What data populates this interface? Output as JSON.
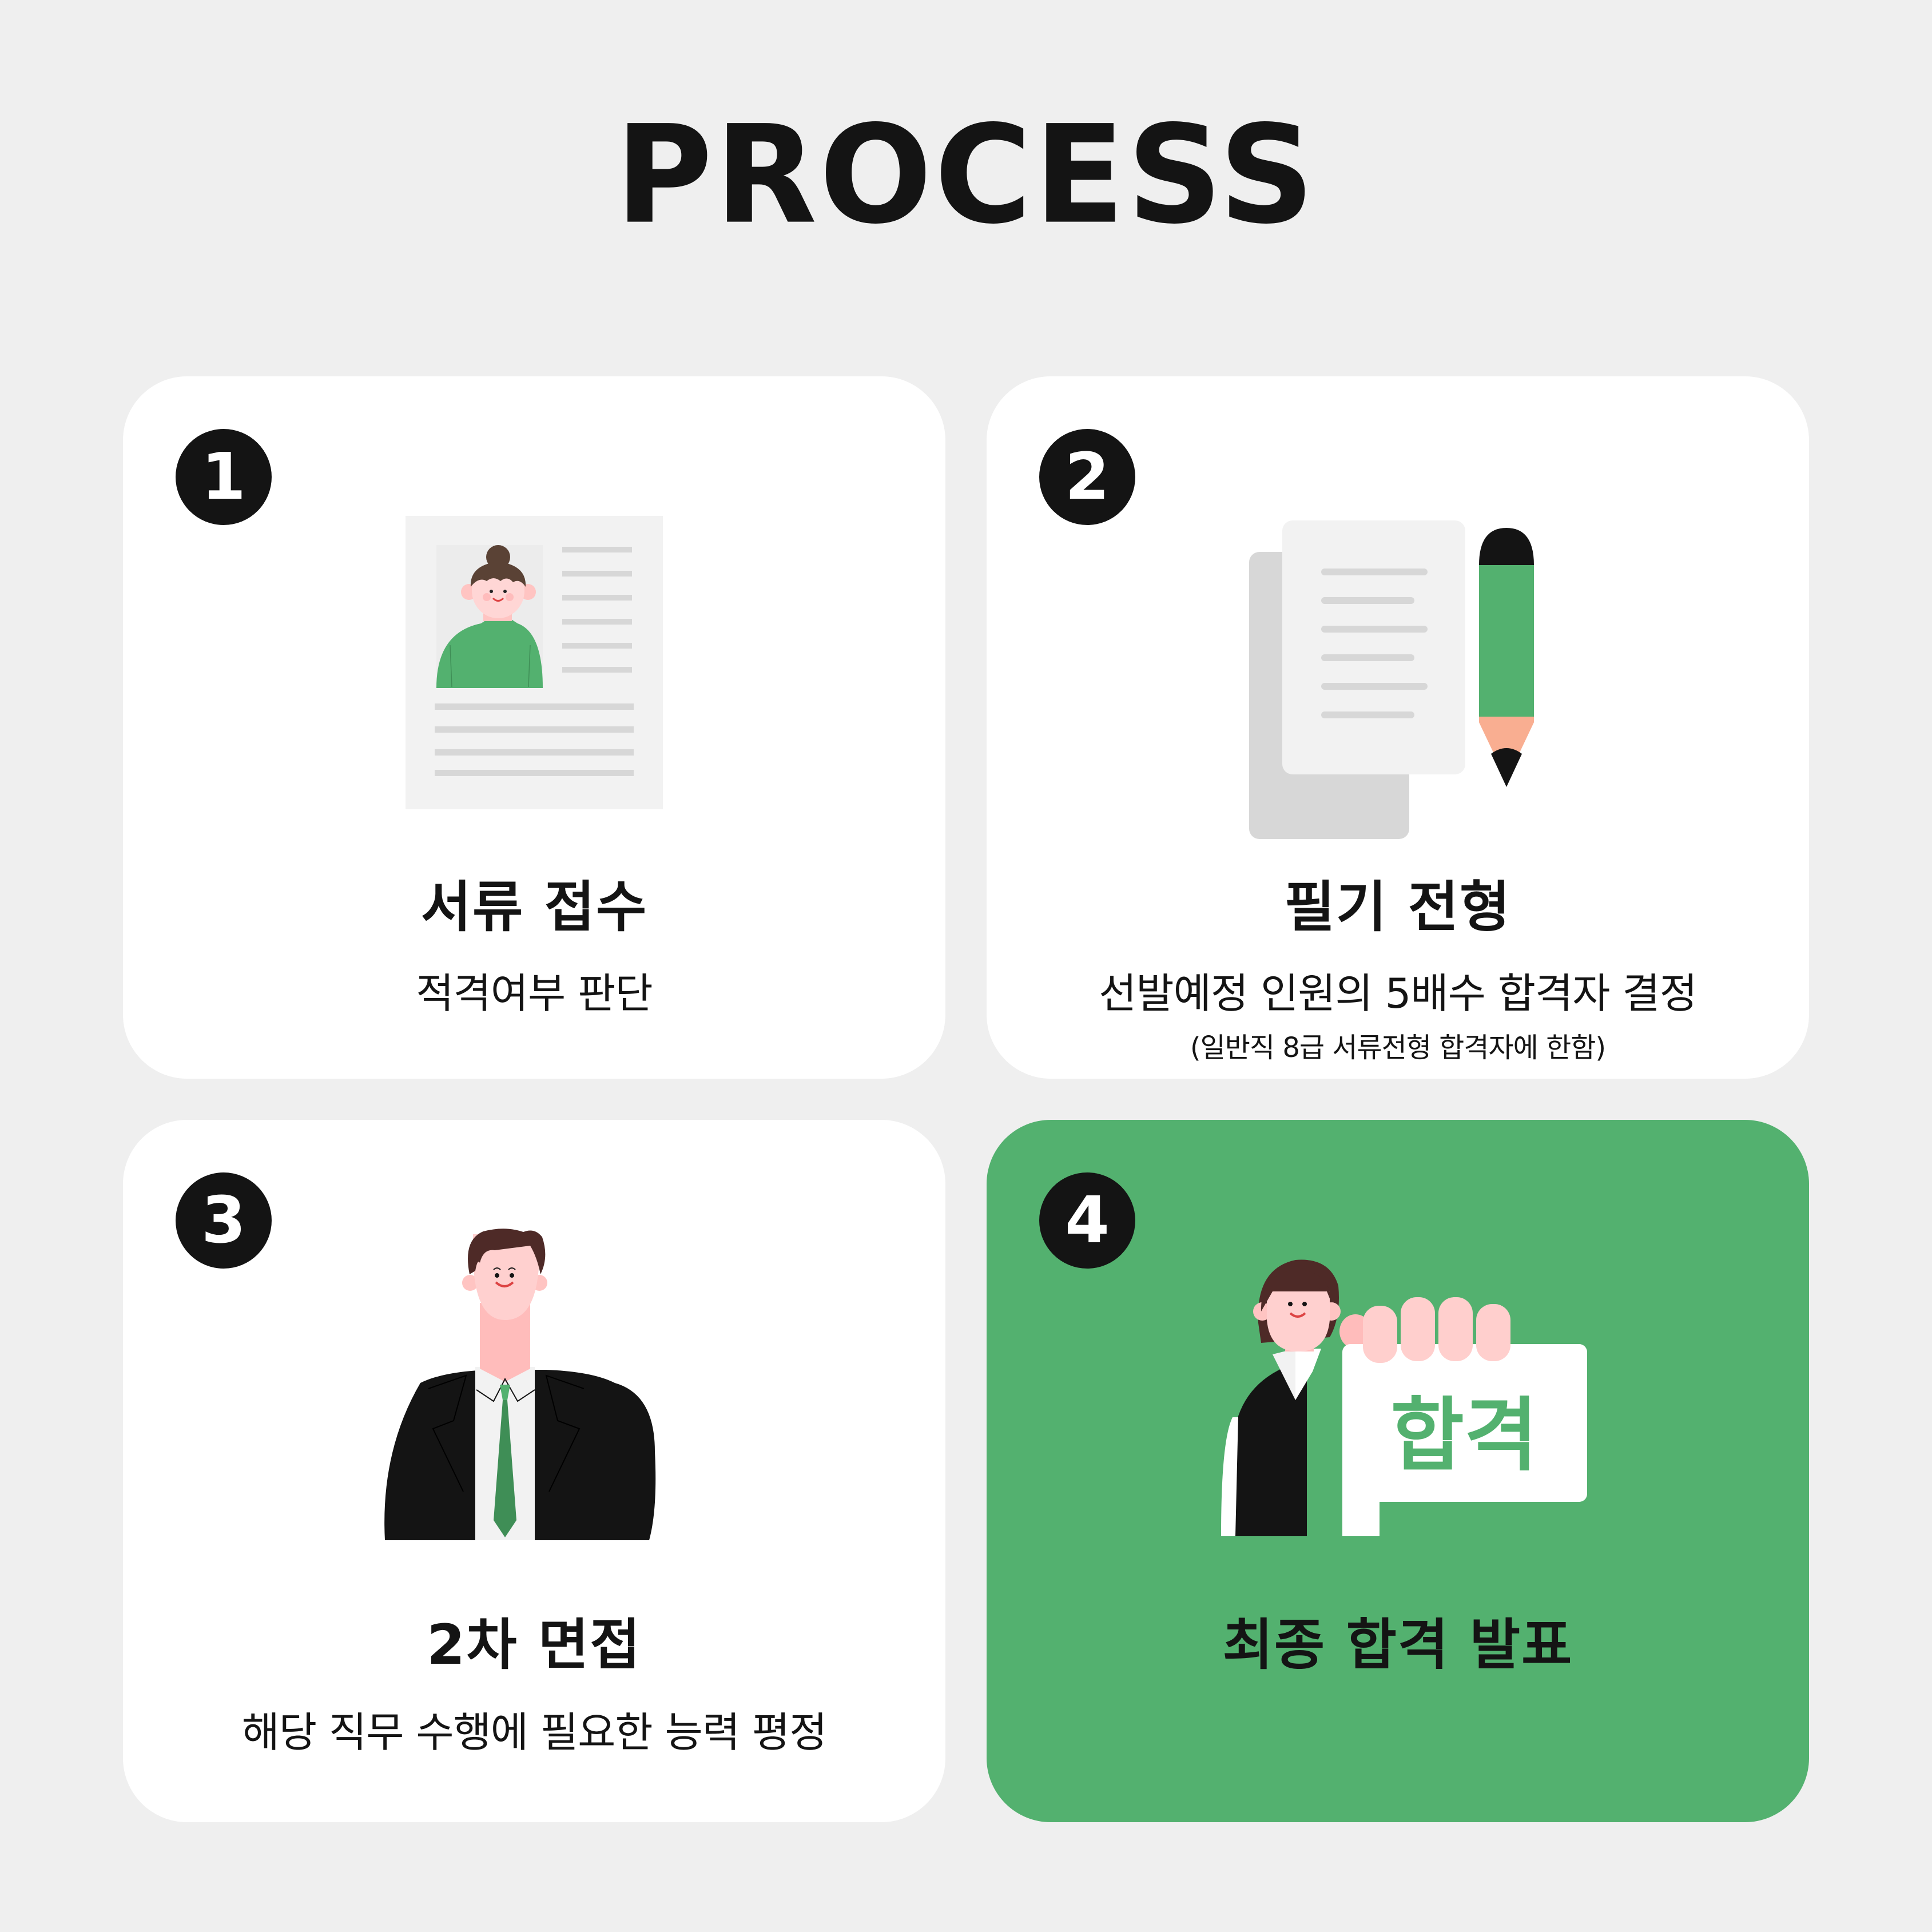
{
  "page": {
    "title": "PROCESS"
  },
  "colors": {
    "background": "#efefef",
    "card": "#ffffff",
    "accent_green": "#53b16f",
    "dark": "#141414",
    "skin": "#ffd0cf",
    "hair": "#4e2a27",
    "paper": "#f2f2f2",
    "paper_line": "#d7d7d7"
  },
  "steps": [
    {
      "number": "1",
      "title": "서류 접수",
      "description": "적격여부 판단",
      "note": "",
      "illustration": "resume-document-icon"
    },
    {
      "number": "2",
      "title": "필기 전형",
      "description": "선발예정 인원의 5배수 합격자 결정",
      "note": "(일반직 8급 서류전형 합격자에 한함)",
      "illustration": "documents-and-pencil-icon"
    },
    {
      "number": "3",
      "title": "2차 면접",
      "description": "해당 직무 수행에 필요한 능력 평정",
      "note": "",
      "illustration": "man-in-suit-icon"
    },
    {
      "number": "4",
      "title": "최종 합격 발표",
      "description": "",
      "note": "",
      "illustration": "woman-holding-pass-sign-icon",
      "sign_text": "합격"
    }
  ]
}
